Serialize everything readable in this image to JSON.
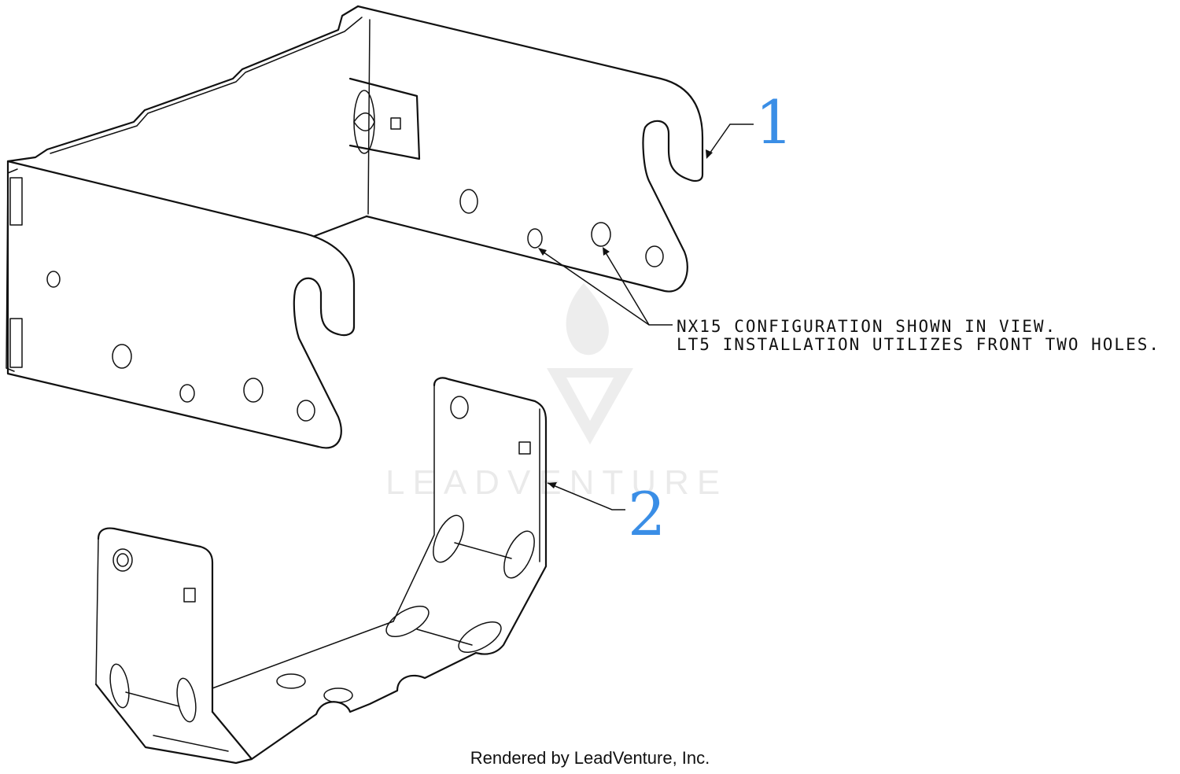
{
  "callouts": [
    {
      "label": "1",
      "color": "#3a8ee6"
    },
    {
      "label": "2",
      "color": "#3a8ee6"
    }
  ],
  "note": {
    "line1": "NX15 CONFIGURATION SHOWN IN VIEW.",
    "line2": "LT5 INSTALLATION UTILIZES FRONT TWO HOLES."
  },
  "watermark": {
    "text": "LEADVENTURE"
  },
  "footer": {
    "text": "Rendered by LeadVenture, Inc."
  }
}
